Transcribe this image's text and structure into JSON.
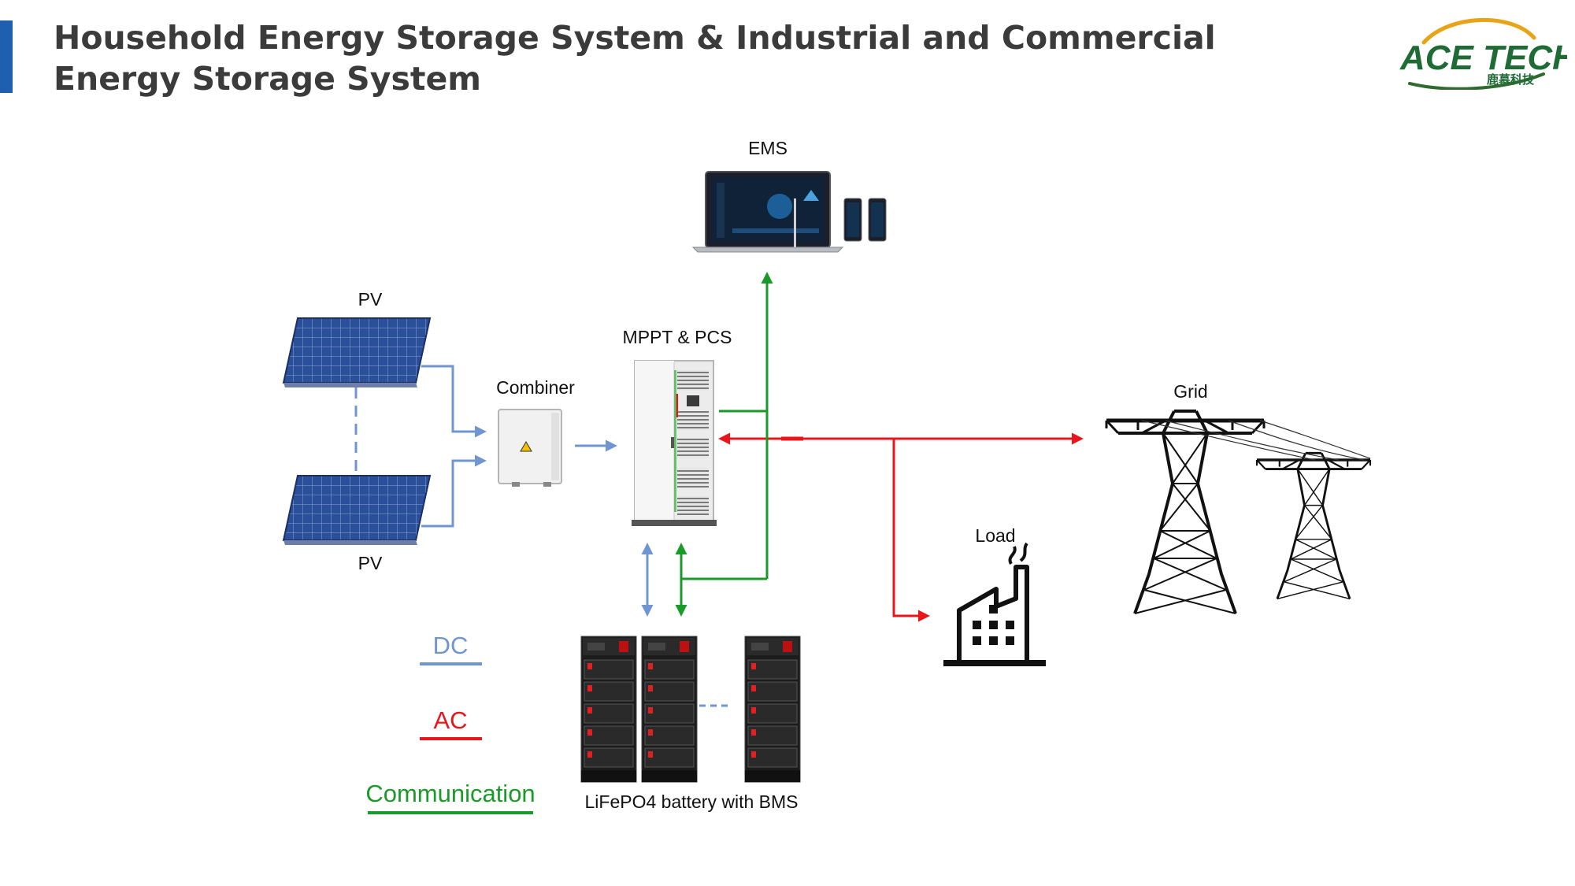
{
  "page": {
    "title": "Household Energy Storage System & Industrial and Commercial Energy Storage System"
  },
  "logo": {
    "brand_text": "ACE TECH",
    "sub_text": "鹿慕科技",
    "icon": "ace-tech-swoosh-icon"
  },
  "colors": {
    "dc": "#6f96d1",
    "ac": "#e8161b",
    "communication": "#1a9a28",
    "title_bar": "#1f5fb0"
  },
  "nodes": {
    "ems": "EMS",
    "pv_top": "PV",
    "pv_bottom": "PV",
    "combiner": "Combiner",
    "mppt_pcs": "MPPT & PCS",
    "grid": "Grid",
    "load": "Load",
    "battery": "LiFePO4 battery with BMS"
  },
  "legend": {
    "dc": "DC",
    "ac": "AC",
    "communication": "Communication"
  },
  "icons": {
    "ems": "laptop-and-phones-icon",
    "pv": "solar-panel-icon",
    "combiner": "combiner-box-icon",
    "pcs": "pcs-cabinet-icon",
    "battery": "battery-rack-icon",
    "load": "factory-icon",
    "grid": "transmission-tower-icon"
  }
}
